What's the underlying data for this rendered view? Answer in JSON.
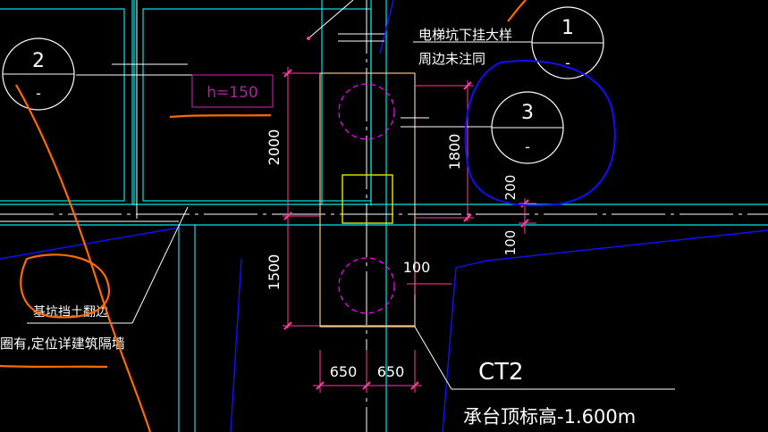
{
  "title": "电梯坑下挂大样",
  "subtitle": "周边未注同",
  "callouts": {
    "c1": "1",
    "c2": "2",
    "c3": "3",
    "dash": "-"
  },
  "labels": {
    "h150": "h=150",
    "ct2": "CT2",
    "elevation": "承台顶标高-1.600m",
    "retaining": "基坑挡土翻边",
    "wall_note": "圈有,定位详建筑隔墙"
  },
  "dimensions": {
    "d2000": "2000",
    "d1500": "1500",
    "d1800": "1800",
    "d200": "200",
    "d100a": "100",
    "d100b": "100",
    "d650a": "650",
    "d650b": "650"
  },
  "colors": {
    "background": "#000000",
    "cyan": "#00e5e5",
    "white": "#ffffff",
    "blue": "#1010ff",
    "orange": "#ff6a00",
    "magenta": "#ff00ff",
    "tan": "#f0c890",
    "yellow": "#e8e800",
    "pinkdim": "#ff3fa0",
    "purple": "#b0209f"
  }
}
